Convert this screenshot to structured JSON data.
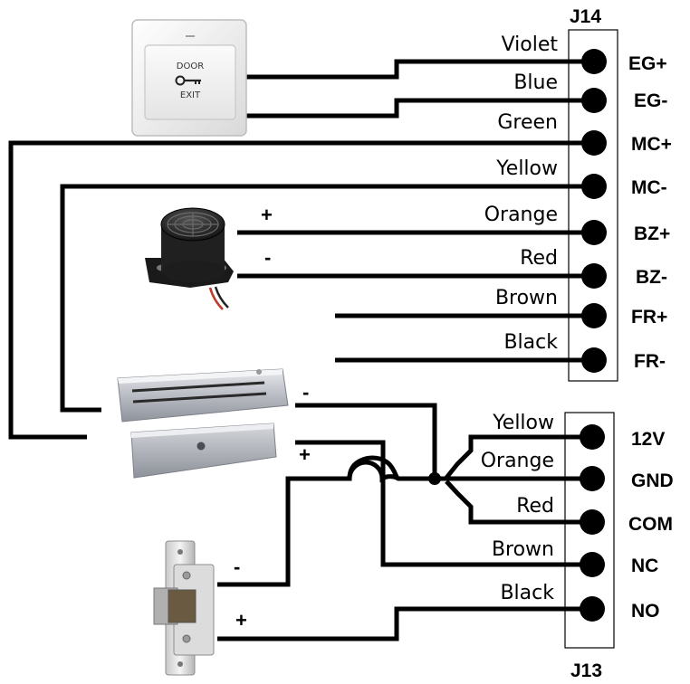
{
  "connector_j14": {
    "title": "J14",
    "pins": [
      "EG+",
      "EG-",
      "MC+",
      "MC-",
      "BZ+",
      "BZ-",
      "FR+",
      "FR-"
    ],
    "wires": [
      "Violet",
      "Blue",
      "Green",
      "Yellow",
      "Orange",
      "Red",
      "Brown",
      "Black"
    ]
  },
  "connector_j13": {
    "title": "J13",
    "pins": [
      "12V",
      "GND",
      "COM",
      "NC",
      "NO"
    ],
    "wires": [
      "Yellow",
      "Orange",
      "Red",
      "Brown",
      "Black"
    ]
  },
  "exit_button": {
    "text_top": "DOOR",
    "text_bottom": "EXIT"
  },
  "buzzer": {
    "plus": "+",
    "minus": "-"
  },
  "maglock": {
    "minus": "-",
    "plus": "+"
  },
  "strike": {
    "minus": "-",
    "plus": "+"
  }
}
